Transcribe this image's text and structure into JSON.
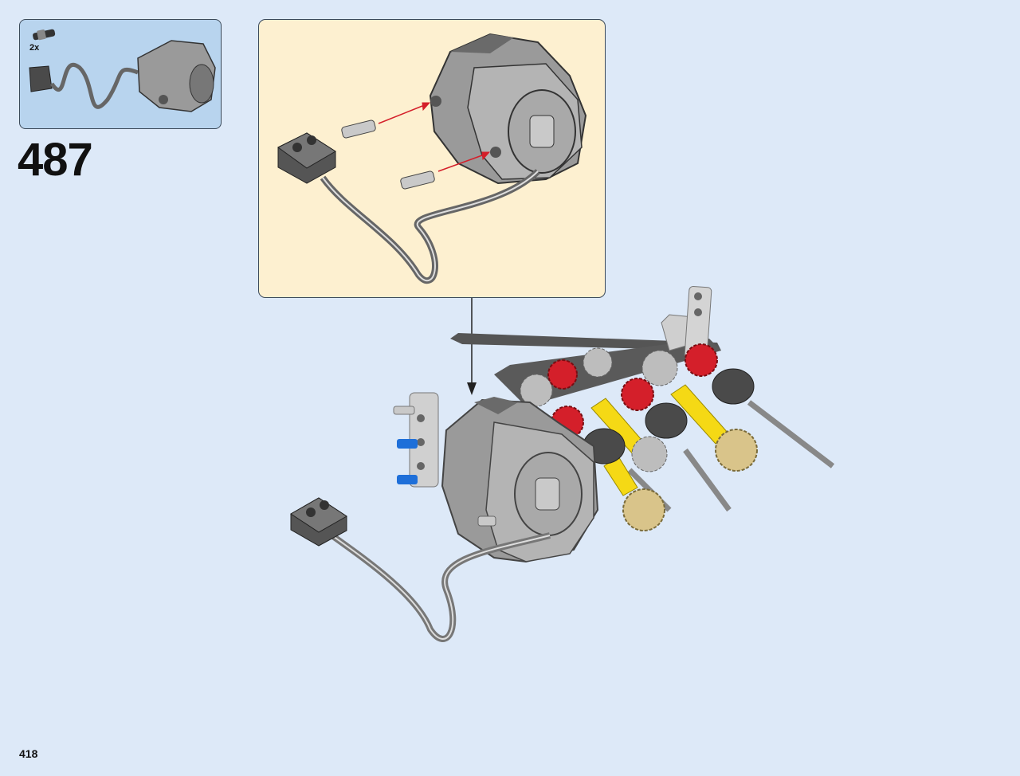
{
  "parts_list": {
    "quantity_label": "2x",
    "icons": [
      "axle-pin-icon",
      "power-functions-motor-icon"
    ]
  },
  "step": {
    "number": "487"
  },
  "callout": {
    "icons": [
      "axle-pin-icon",
      "power-functions-motor-icon",
      "arrow-icon"
    ]
  },
  "assembly": {
    "icons": [
      "gearbox-assembly-icon",
      "power-functions-motor-icon",
      "gear-icon",
      "cable-connector-icon"
    ]
  },
  "page": {
    "number": "418"
  },
  "colors": {
    "background": "#dde9f8",
    "parts_box": "#b8d4ee",
    "callout_box": "#fdf0d0",
    "gear_red": "#d41f2a",
    "axle_yellow": "#f5d915",
    "gear_tan": "#d9c48a",
    "pin_blue": "#1e6fd9",
    "arrow_red": "#d41f2a"
  }
}
